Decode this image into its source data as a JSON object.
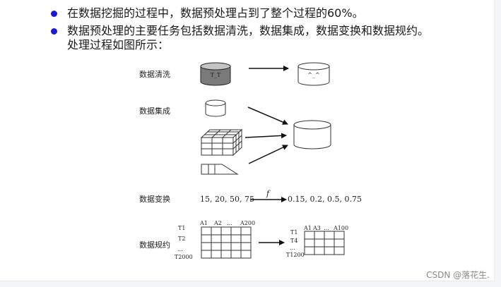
{
  "bullets": [
    "在数据挖掘的过程中，数据预处理占到了整个过程的60%。",
    "数据预处理的主要任务包括数据清洗，数据集成，数据变换和数据规约。"
  ],
  "bullet2_continuation": "处理过程如图所示：",
  "diagram": {
    "rows": {
      "cleaning": "数据清洗",
      "integration": "数据集成",
      "transformation": "数据变换",
      "reduction": "数据规约"
    },
    "cleaning_faces": {
      "before": "T_T",
      "after": "^_^"
    },
    "transformation": {
      "input": "15, 20, 50, 75",
      "function": "f",
      "output": "0.15, 0.2, 0.5, 0.75"
    },
    "reduction": {
      "before_columns": [
        "A1",
        "A2",
        "...",
        "A200"
      ],
      "before_rows": [
        "T1",
        "T2",
        "...",
        "T2000"
      ],
      "after_columns": [
        "A1",
        "A3",
        "...",
        "A100"
      ],
      "after_rows": [
        "T1",
        "T4",
        "...",
        "T1200"
      ]
    }
  },
  "watermark": "CSDN @落花生."
}
